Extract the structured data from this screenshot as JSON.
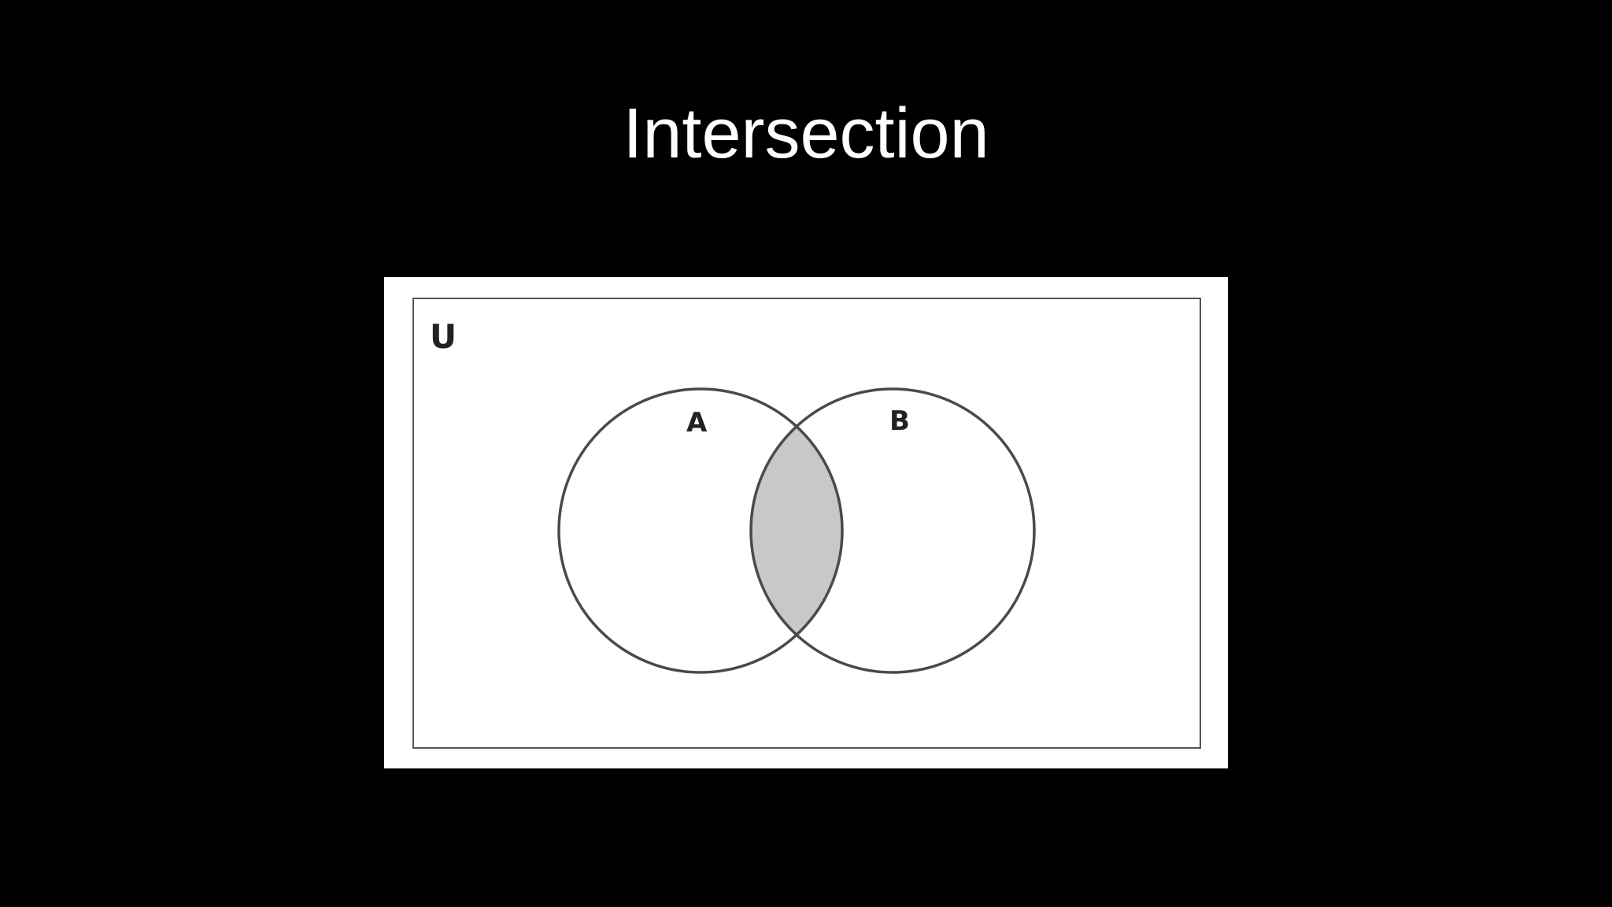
{
  "slide": {
    "title": "Intersection"
  },
  "diagram": {
    "universe_label": "U",
    "set_a_label": "A",
    "set_b_label": "B",
    "highlighted_region": "A ∩ B"
  },
  "colors": {
    "background": "#000000",
    "title": "#ffffff",
    "panel": "#ffffff",
    "outline": "#4a4a4a",
    "highlight": "#c8c8c8"
  }
}
